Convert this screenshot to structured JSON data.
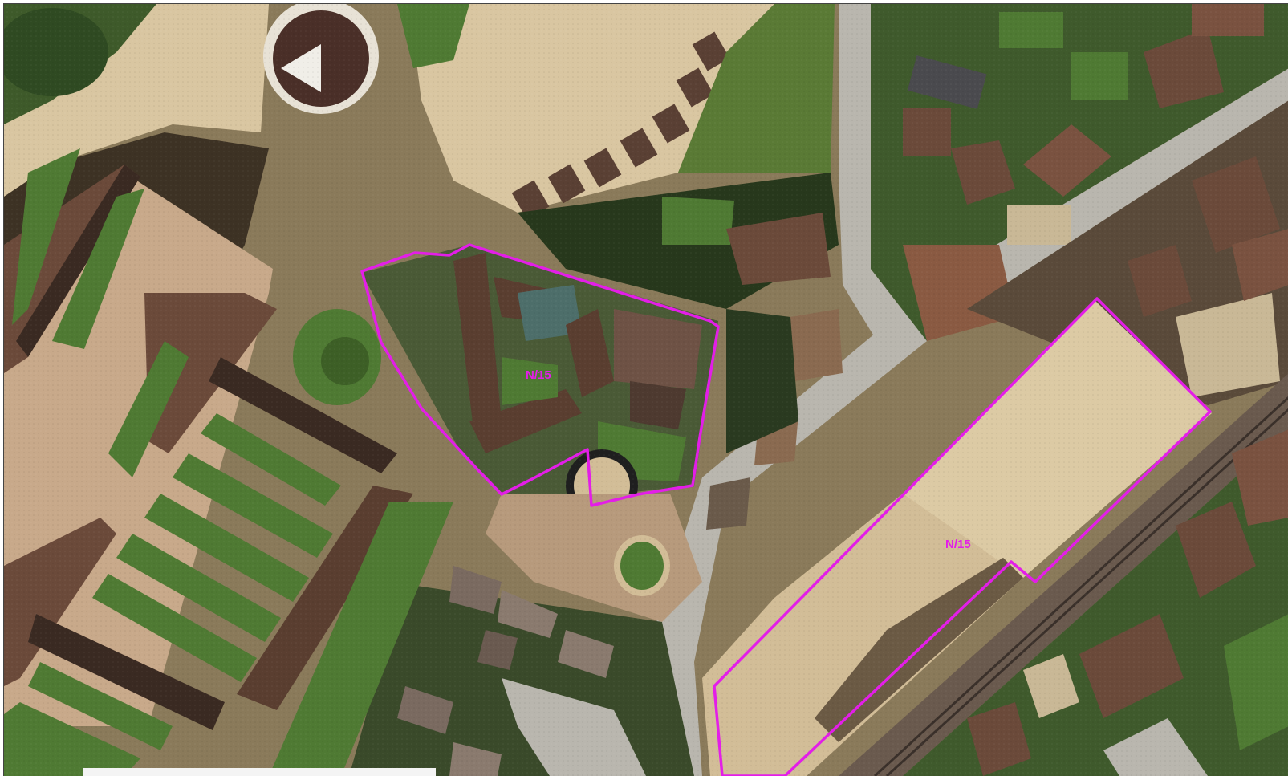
{
  "map": {
    "type": "aerial-photograph",
    "colors": {
      "grass": "#4f7a33",
      "dark_grass": "#2f4a22",
      "trees": "#1f3318",
      "sand": "#d9c6a1",
      "path": "#c8a98a",
      "road": "#b9b6ae",
      "roof": "#6b4a3a",
      "roof_dark": "#3a2a22",
      "rail": "#6a5a4e",
      "site_boundary": "#e31ee8"
    }
  },
  "sites": [
    {
      "id": "site-west",
      "label": "N/15"
    },
    {
      "id": "site-east",
      "label": "N/15"
    }
  ]
}
